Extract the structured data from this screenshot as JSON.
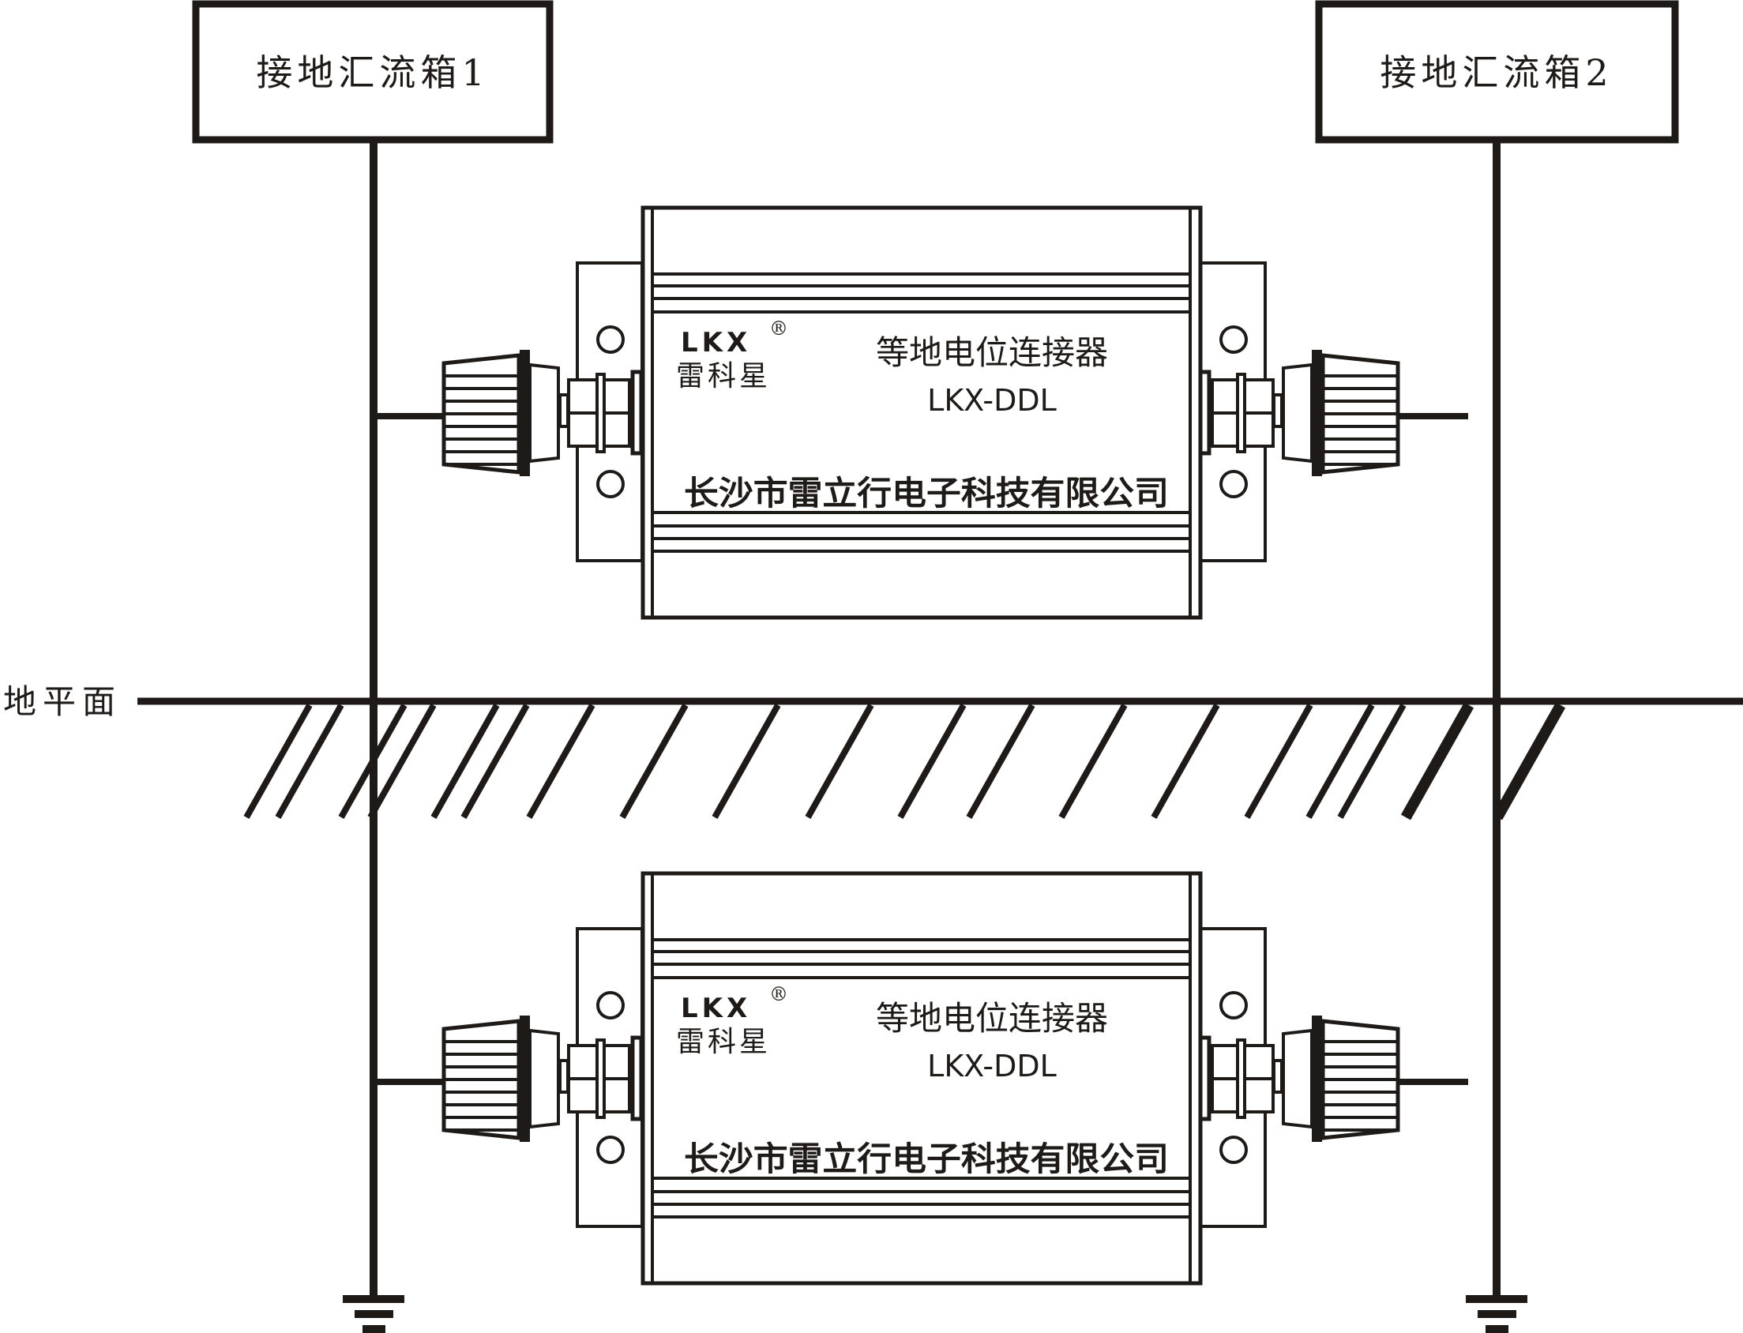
{
  "diagram": {
    "title": "等电位连接器接线示意图",
    "combiner_boxes": [
      {
        "label": "接地汇流箱1"
      },
      {
        "label": "接地汇流箱2"
      }
    ],
    "ground_level": {
      "label": "地平面"
    },
    "devices": [
      {
        "brand": "LKX",
        "registered_mark": "®",
        "brand_cn": "雷科星",
        "product_name": "等地电位连接器",
        "model": "LKX-DDL",
        "manufacturer": "长沙市雷立行电子科技有限公司",
        "position": "above-ground"
      },
      {
        "brand": "LKX",
        "registered_mark": "®",
        "brand_cn": "雷科星",
        "product_name": "等地电位连接器",
        "model": "LKX-DDL",
        "manufacturer": "长沙市雷立行电子科技有限公司",
        "position": "below-ground"
      }
    ],
    "connections": [
      {
        "from": "接地汇流箱1",
        "to": "device-1-left-terminal"
      },
      {
        "from": "接地汇流箱1",
        "to": "device-2-left-terminal"
      },
      {
        "from": "接地汇流箱2",
        "to": "device-1-right-terminal"
      },
      {
        "from": "接地汇流箱2",
        "to": "device-2-right-terminal"
      },
      {
        "from": "接地汇流箱1",
        "to": "earth-ground-1"
      },
      {
        "from": "接地汇流箱2",
        "to": "earth-ground-2"
      }
    ],
    "colors": {
      "ink": "#1e1a18",
      "background": "#ffffff"
    }
  }
}
